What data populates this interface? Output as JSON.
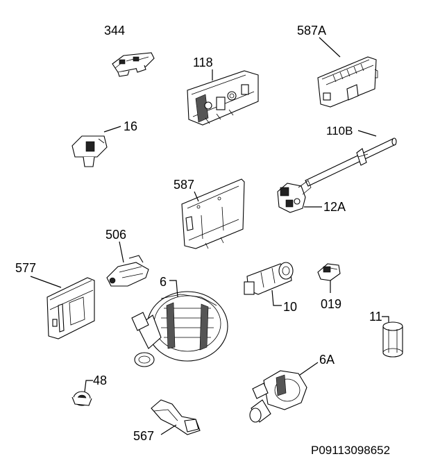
{
  "drawing_code": "P09113098652",
  "parts": [
    {
      "id": "344",
      "label": "344"
    },
    {
      "id": "587A",
      "label": "587A"
    },
    {
      "id": "118",
      "label": "118"
    },
    {
      "id": "16",
      "label": "16"
    },
    {
      "id": "110B",
      "label": "110B"
    },
    {
      "id": "587",
      "label": "587"
    },
    {
      "id": "12A",
      "label": "12A"
    },
    {
      "id": "506",
      "label": "506"
    },
    {
      "id": "577",
      "label": "577"
    },
    {
      "id": "6",
      "label": "6"
    },
    {
      "id": "10",
      "label": "10"
    },
    {
      "id": "019",
      "label": "019"
    },
    {
      "id": "11",
      "label": "11"
    },
    {
      "id": "6A",
      "label": "6A"
    },
    {
      "id": "48",
      "label": "48"
    },
    {
      "id": "567",
      "label": "567"
    }
  ]
}
